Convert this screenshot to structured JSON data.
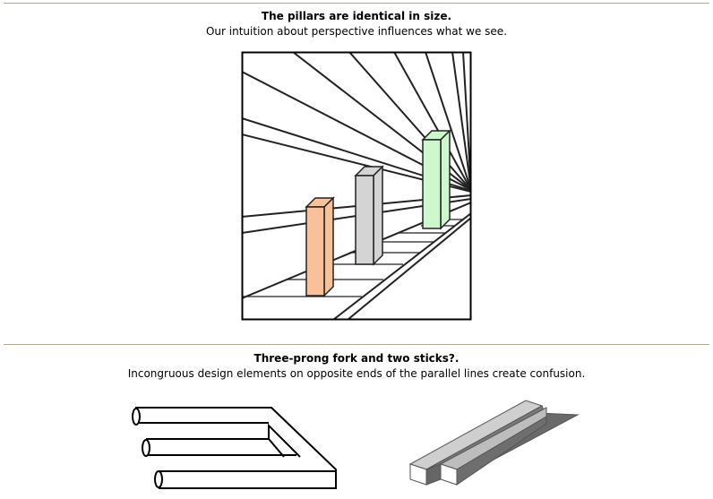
{
  "section1": {
    "title": "The pillars are identical in size.",
    "subtitle": "Our intuition about perspective influences what we see.",
    "pillar_colors": [
      "#f9c09a",
      "#d4d4d4",
      "#ccf8cc"
    ]
  },
  "section2": {
    "title": "Three-prong fork and two sticks?.",
    "subtitle": "Incongruous design elements on opposite ends of the parallel lines create confusion."
  }
}
